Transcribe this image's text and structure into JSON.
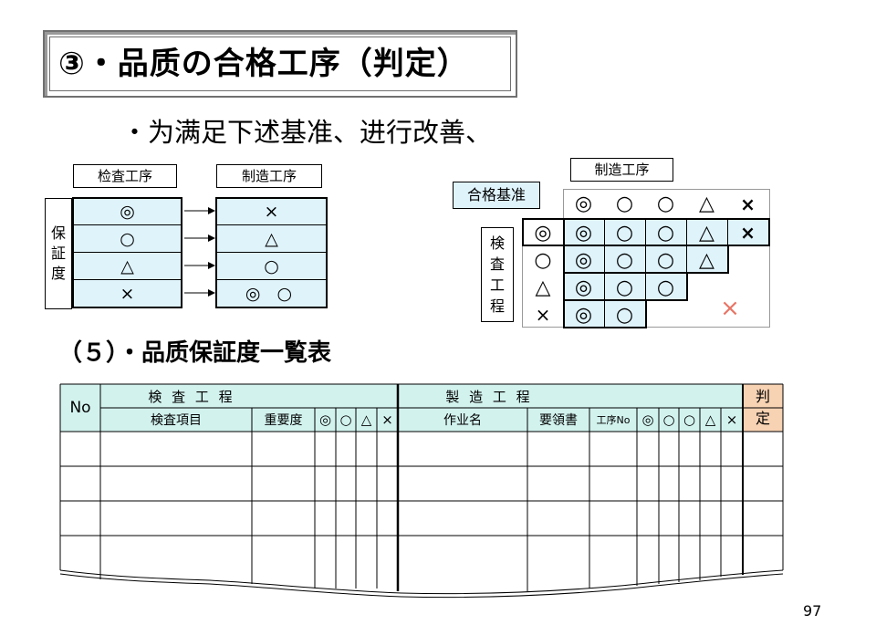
{
  "title": "③・品质の合格工序（判定）",
  "subtitle": "・为满足下述基准、进行改善、",
  "left_diagram": {
    "label_inspect": "检査工序",
    "label_make": "制造工序",
    "side_label": [
      "保",
      "証",
      "度"
    ],
    "inspect_marks": [
      "◎",
      "○",
      "△",
      "×"
    ],
    "make_marks": [
      "×",
      "△",
      "○",
      "◎ ○"
    ]
  },
  "right_diagram": {
    "label_make": "制造工序",
    "label_standard": "合格基准",
    "side_label": [
      "検",
      "査",
      "工",
      "程"
    ],
    "header_marks": [
      "◎",
      "○",
      "○",
      "△",
      "×"
    ],
    "row_marks": [
      "◎",
      "○",
      "△",
      "×"
    ],
    "grid": [
      [
        "◎",
        "○",
        "○",
        "△",
        "×"
      ],
      [
        "◎",
        "○",
        "○",
        "△"
      ],
      [
        "◎",
        "○",
        "○"
      ],
      [
        "◎",
        "○"
      ]
    ],
    "red_mark": "×"
  },
  "section5_title": "（５）・品质保証度一覧表",
  "table": {
    "no": "No",
    "group_inspect": "検 査 工 程",
    "group_make": "製 造 工 程",
    "judge": [
      "判",
      "定"
    ],
    "col_inspect_item": "検査項目",
    "col_importance": "重要度",
    "col_work_name": "作业名",
    "col_manual": "要領書",
    "col_process_no": "工序No",
    "marks": [
      "◎",
      "○",
      "△",
      "×"
    ]
  },
  "page_number": "97",
  "colors": {
    "cell_blue": "#dff3fb",
    "header_cyan": "#d2f2ee",
    "judge_orange": "#f7d2b3",
    "red": "#e87565"
  }
}
